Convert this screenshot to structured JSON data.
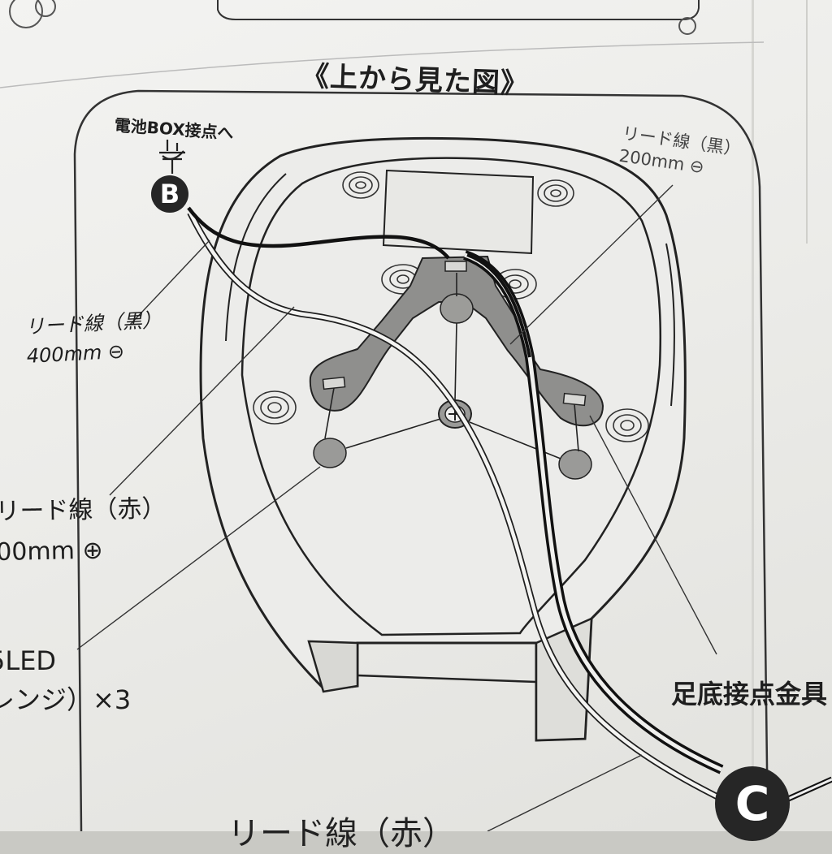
{
  "diagram": {
    "title": "《上から見た図》",
    "battery_label": "電池BOX接点へ",
    "badge_b": "B",
    "badge_c": "C",
    "lead_black_200": {
      "name": "リード線（黒）",
      "length": "200mm ⊖"
    },
    "lead_black_400": {
      "name": "リード線（黒）",
      "length": "400mm ⊖"
    },
    "lead_red": {
      "name": "リード線（赤）",
      "length": "00mm ⊕"
    },
    "led": {
      "line1": "5LED",
      "line2": "レンジ）×3"
    },
    "foot_contact": "足底接点金具",
    "bottom_label": "リード線（赤）"
  },
  "colors": {
    "paper": "#eeeeeb",
    "ink": "#1e1e1e",
    "gray_fill": "#8c8c8c",
    "led_fill": "#9a9a9a"
  }
}
